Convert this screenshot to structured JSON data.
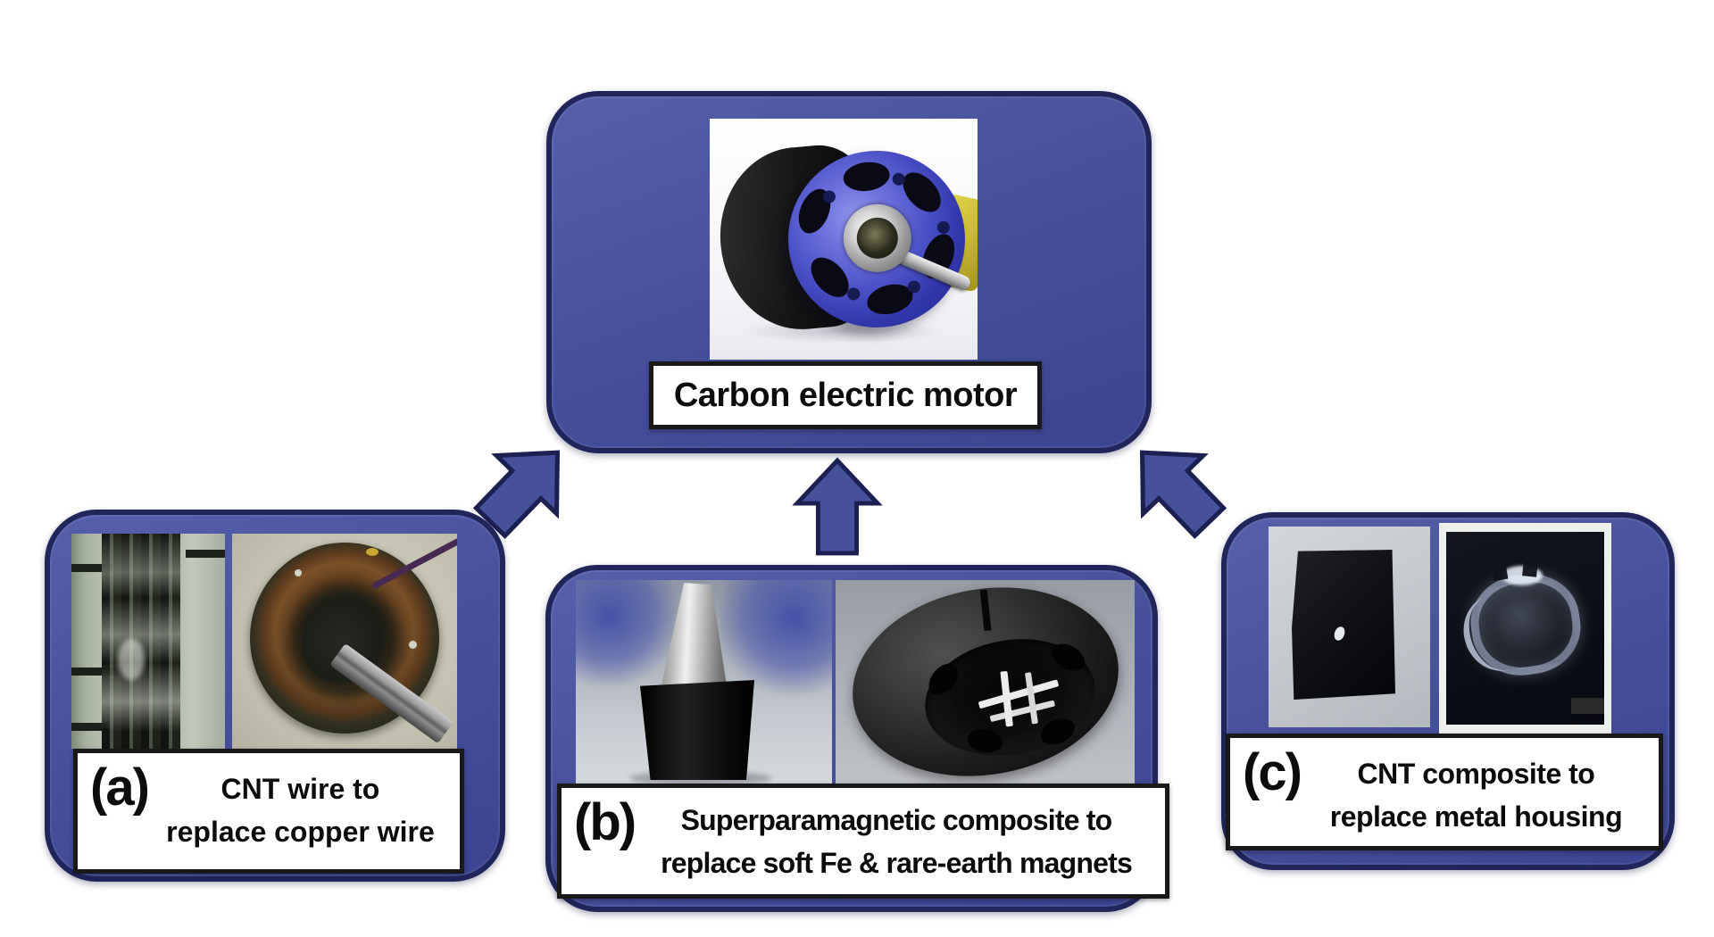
{
  "figure": {
    "background_color": "#ffffff",
    "node_fill_color": "#46509b",
    "node_border_color": "#20255a",
    "label_bg_color": "#ffffff",
    "label_border_color": "#191919",
    "arrow_fill_color": "#46509b",
    "arrow_stroke_color": "#1b2050",
    "title_box": {
      "label": "Carbon electric motor",
      "photo": "blue-black brushless motor"
    },
    "boxes": {
      "a": {
        "prefix": "(a)",
        "line1": "CNT wire to",
        "line2": "replace copper wire",
        "photos": [
          "cnt-wire-ribbon",
          "wound-stator-coil"
        ]
      },
      "b": {
        "prefix": "(b)",
        "line1": "Superparamagnetic composite to",
        "line2": "replace soft Fe & rare-earth magnets",
        "photos": [
          "composite-cylinder",
          "composite-rotor-ring"
        ]
      },
      "c": {
        "prefix": "(c)",
        "line1": "CNT composite to",
        "line2": "replace metal housing",
        "photos": [
          "cnt-composite-sheet",
          "transparent-housing"
        ]
      }
    },
    "arrows": [
      {
        "from": "a",
        "to": "center",
        "direction": "up-right"
      },
      {
        "from": "b",
        "to": "center",
        "direction": "up"
      },
      {
        "from": "c",
        "to": "center",
        "direction": "up-left"
      }
    ]
  }
}
